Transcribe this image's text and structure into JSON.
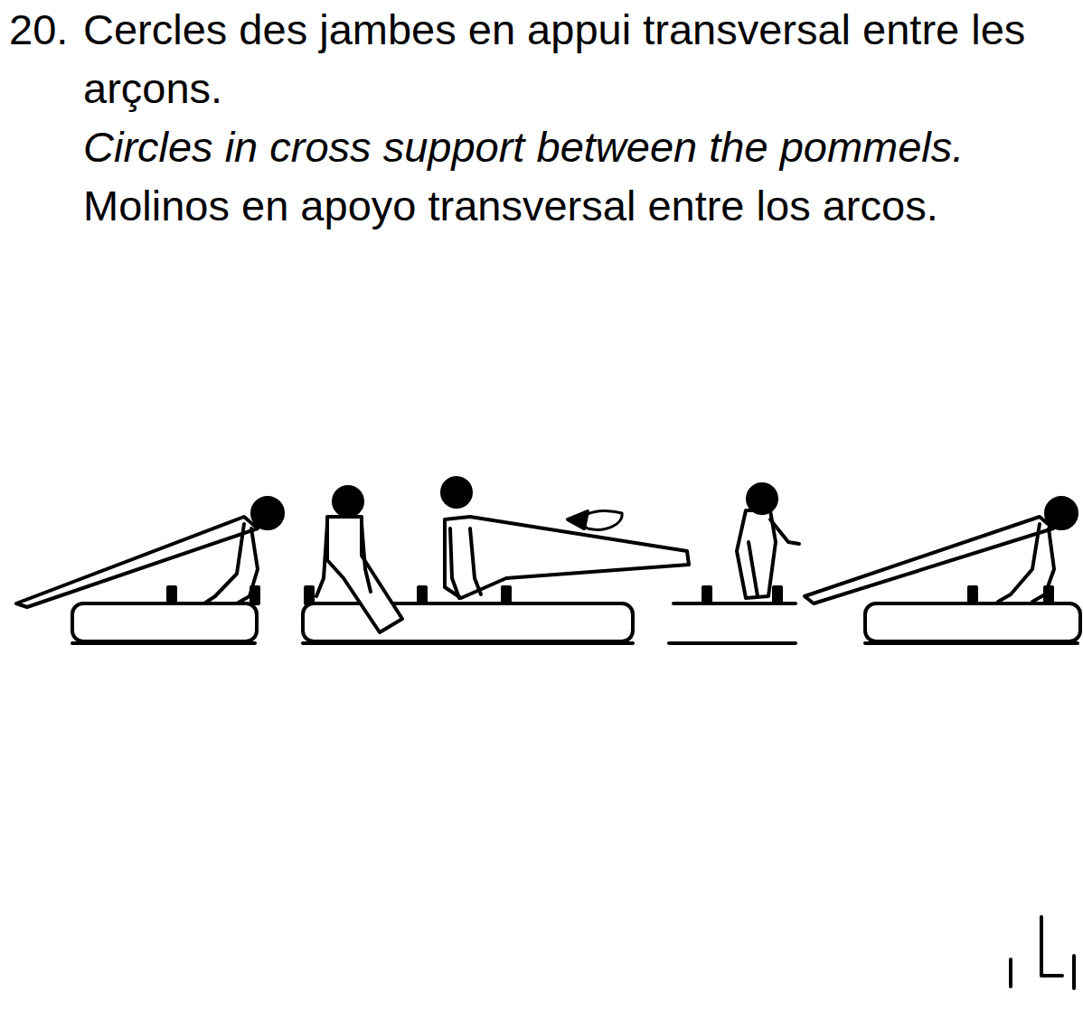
{
  "diagram": {
    "labels": [
      "20.",
      "Cercles des jambes en appui transversal entre les arçons.",
      "Circles in cross support between the pommels.",
      "Molinos en apoyo transversal entre los arcos."
    ]
  }
}
